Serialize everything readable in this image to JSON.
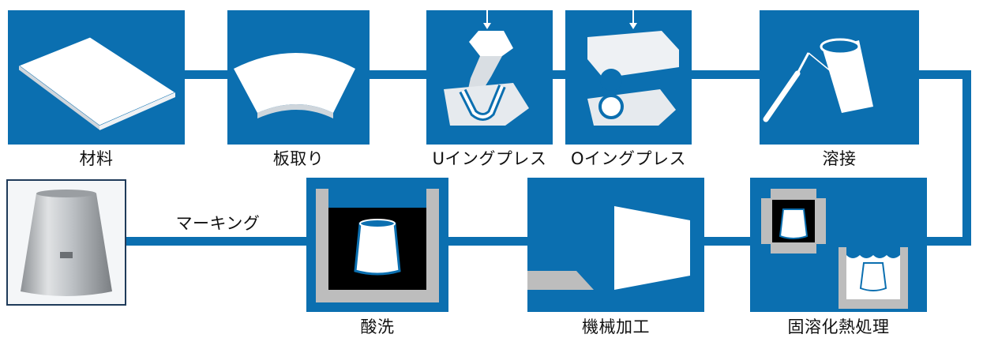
{
  "steps": {
    "material": "材料",
    "cutting": "板取り",
    "u_press": "Uイングプレス",
    "o_press": "Oイングプレス",
    "welding": "溶接",
    "heat_treatment": "固溶化熱処理",
    "machining": "機械加工",
    "pickling": "酸洗",
    "marking": "マーキング"
  },
  "colors": {
    "process_blue": "#0b6fb0",
    "line_blue": "#0b6fb0",
    "white": "#ffffff",
    "gray": "#bdbdbd",
    "black": "#000000"
  },
  "icons": {
    "material": "flat-sheet-icon",
    "cutting": "fan-blank-icon",
    "u_press": "u-press-icon",
    "o_press": "o-press-icon",
    "welding": "welding-torch-icon",
    "heat_treatment": "furnace-quench-icon",
    "machining": "machining-icon",
    "pickling": "pickling-tank-icon",
    "product": "reducer-photo-icon"
  }
}
